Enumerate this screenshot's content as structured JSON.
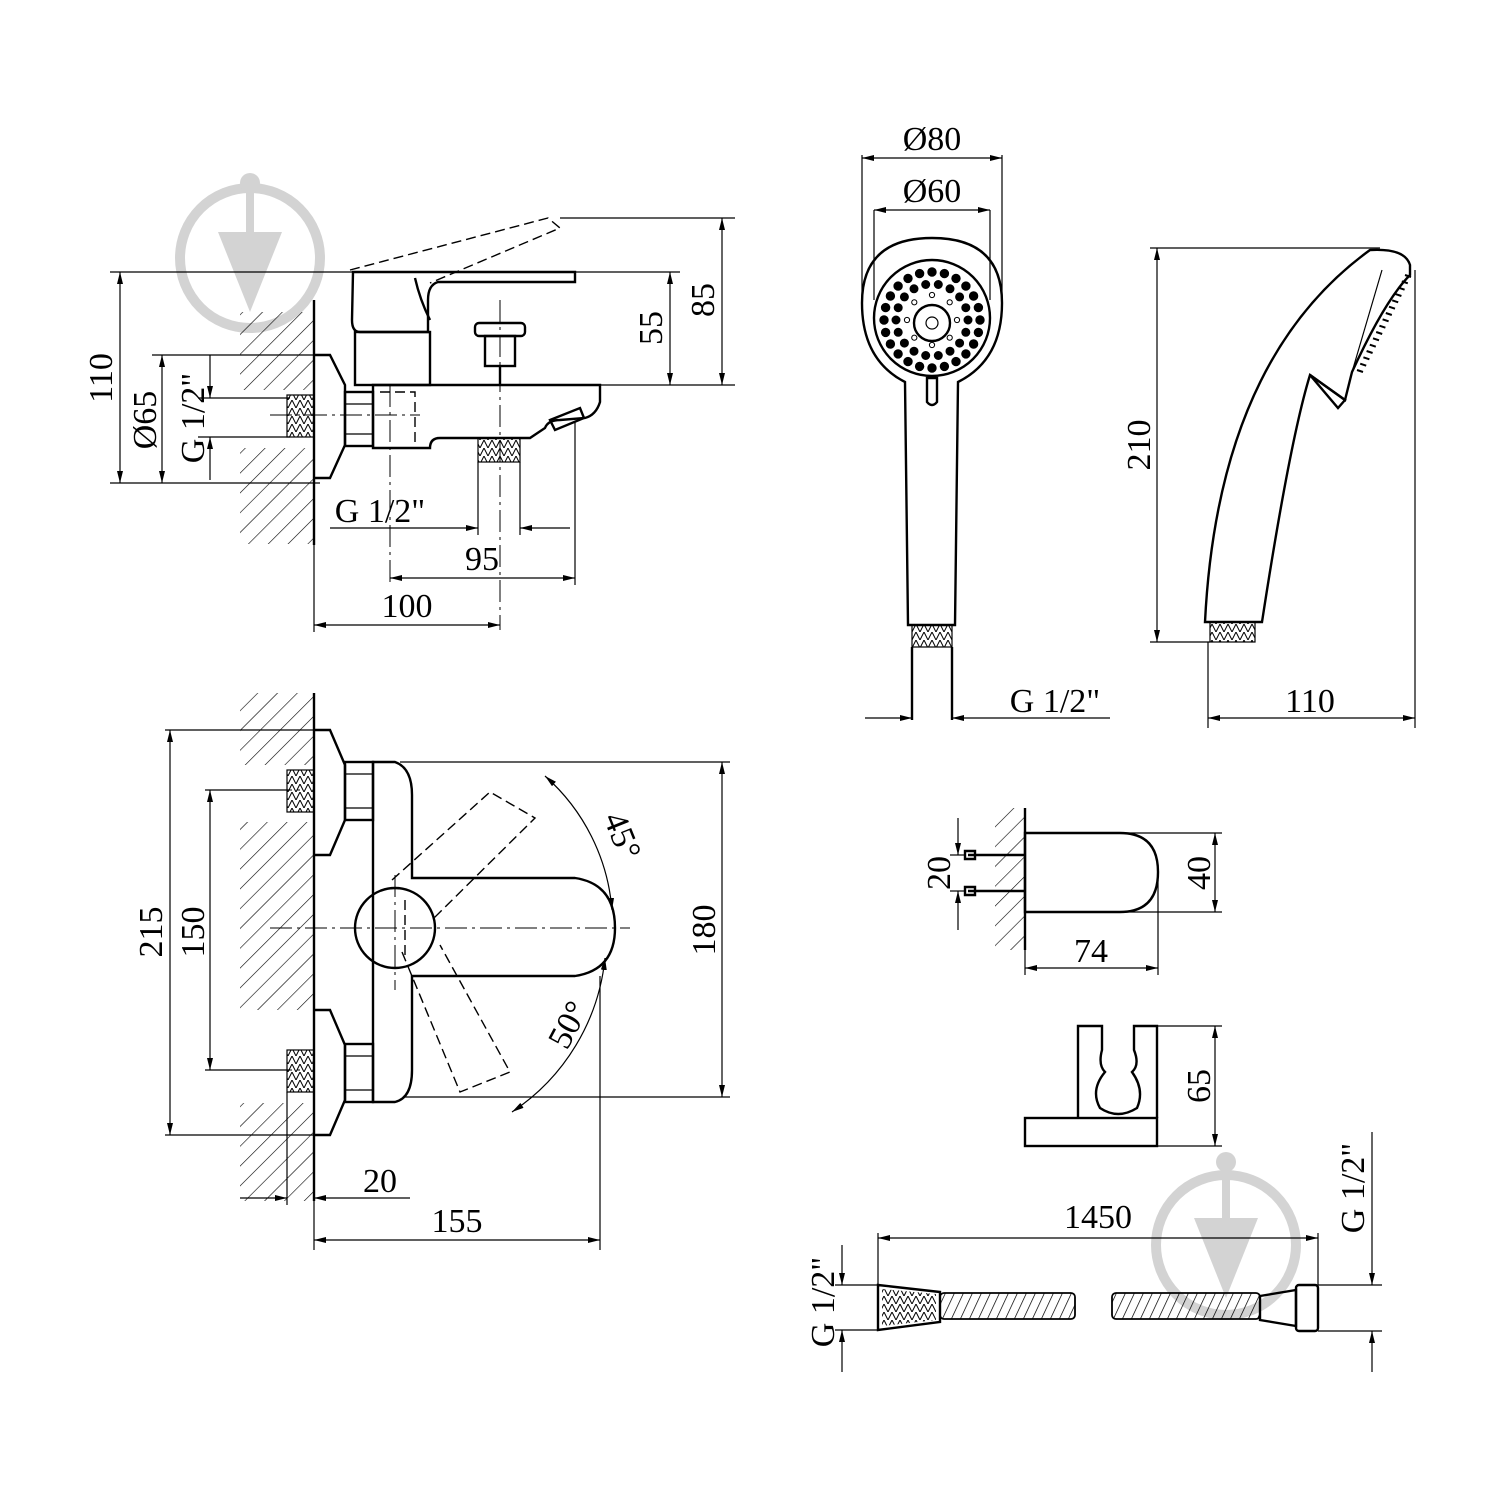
{
  "diagram": {
    "watermark_icon": "drop-logo-icon",
    "side_view": {
      "labels": {
        "height_total": "110",
        "flange_dia": "Ø65",
        "inlet_thread": "G 1/2\"",
        "height_body": "55",
        "height_lever": "85",
        "outlet_thread": "G 1/2\"",
        "spout_offset": "95",
        "depth": "100"
      }
    },
    "top_view": {
      "labels": {
        "height_outer": "215",
        "inlet_spacing": "150",
        "length": "180",
        "angle_up": "45°",
        "angle_down": "50°",
        "flange_depth": "20",
        "projection": "155"
      }
    },
    "hand_shower_front": {
      "labels": {
        "outer_dia": "Ø80",
        "face_dia": "Ø60",
        "thread": "G 1/2\""
      }
    },
    "hand_shower_side": {
      "labels": {
        "height": "210",
        "depth": "110"
      }
    },
    "wall_holder": {
      "labels": {
        "screw_spacing": "20",
        "height": "40",
        "depth": "74",
        "front_height": "65"
      }
    },
    "hose": {
      "labels": {
        "length": "1450",
        "thread_left": "G 1/2\"",
        "thread_right": "G 1/2\""
      }
    }
  }
}
